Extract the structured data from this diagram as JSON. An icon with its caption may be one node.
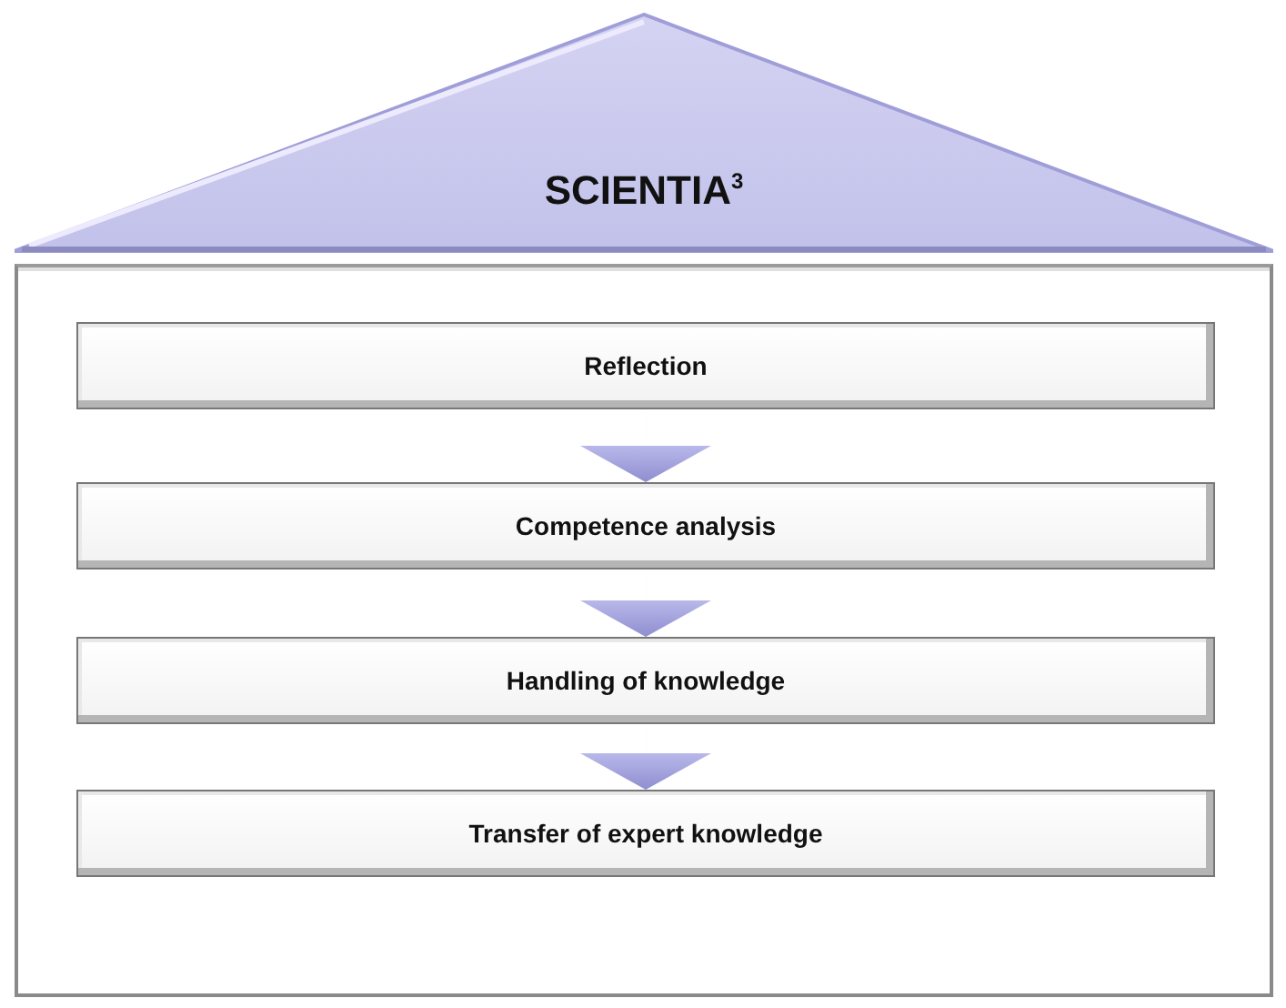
{
  "diagram": {
    "nodes": [
      {
        "text": [
          "SCIENTIA$^{3}$"
        ]
      },
      {
        "text": [],
        "shape": "box"
      },
      {
        "text": [
          "Reflection"
        ],
        "in": 1
      },
      {
        "text": [
          "Competence analysis"
        ],
        "in": 1
      },
      {
        "text": [
          "Handling of knowledge"
        ],
        "in": 1
      },
      {
        "text": [
          "Transfer of expert knowledge"
        ],
        "in": 1
      }
    ],
    "edges": [
      {
        "from": 2,
        "to": 3,
        "arrow": "to"
      },
      {
        "from": 3,
        "to": 4,
        "arrow": "to"
      },
      {
        "from": 4,
        "to": 5,
        "arrow": "to"
      }
    ]
  }
}
